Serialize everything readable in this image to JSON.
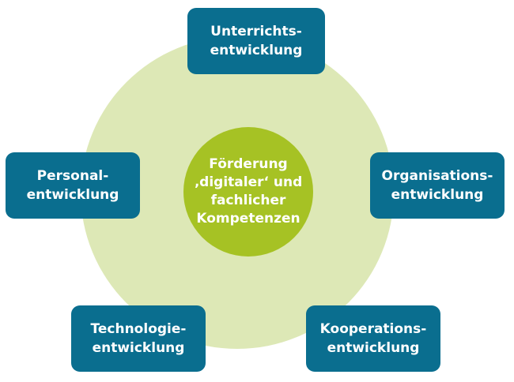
{
  "colors": {
    "outer_circle": "#dde8b6",
    "center_circle": "#a6c224",
    "box": "#0a6e8f",
    "text": "#ffffff"
  },
  "center": {
    "lines": [
      "Förderung",
      "‚digitaler‘ und",
      "fachlicher",
      "Kompetenzen"
    ]
  },
  "boxes": {
    "unterricht": {
      "line1": "Unterrichts-",
      "line2": "entwicklung"
    },
    "personal": {
      "line1": "Personal-",
      "line2": "entwicklung"
    },
    "organisation": {
      "line1": "Organisations-",
      "line2": "entwicklung"
    },
    "technologie": {
      "line1": "Technologie-",
      "line2": "entwicklung"
    },
    "kooperation": {
      "line1": "Kooperations-",
      "line2": "entwicklung"
    }
  }
}
